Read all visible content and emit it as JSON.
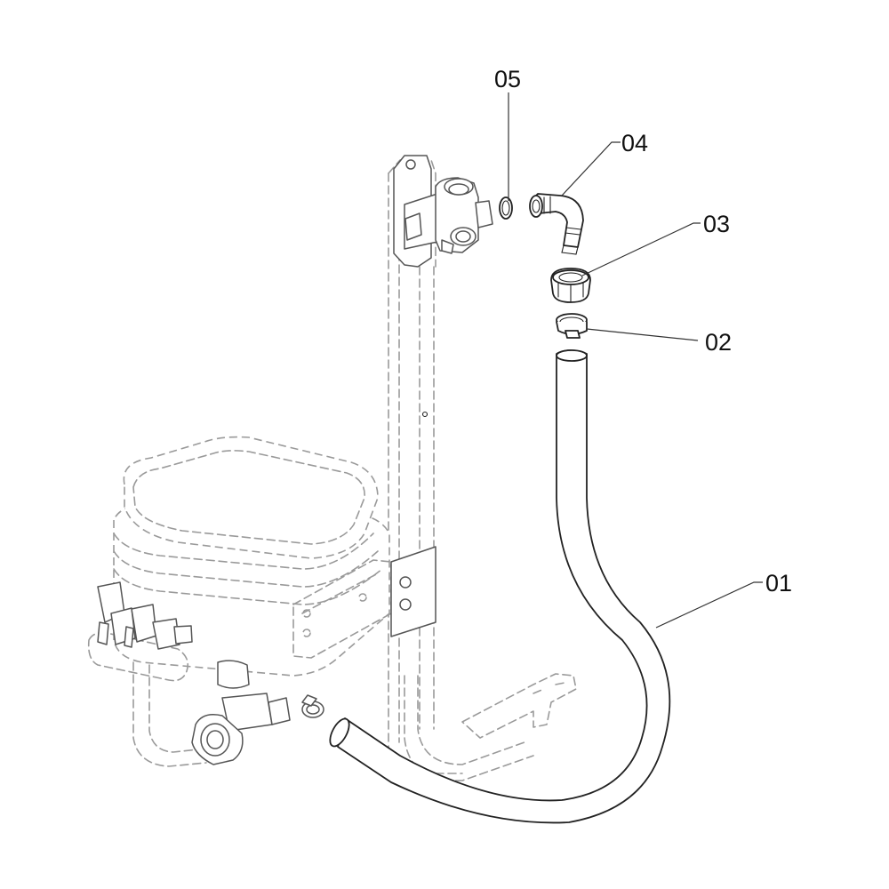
{
  "callouts": [
    {
      "id": "05",
      "label": "05"
    },
    {
      "id": "04",
      "label": "04"
    },
    {
      "id": "03",
      "label": "03"
    },
    {
      "id": "02",
      "label": "02"
    },
    {
      "id": "01",
      "label": "01"
    }
  ],
  "colors": {
    "line": "#222222",
    "ghost": "#9a9a9a",
    "background": "#ffffff"
  }
}
